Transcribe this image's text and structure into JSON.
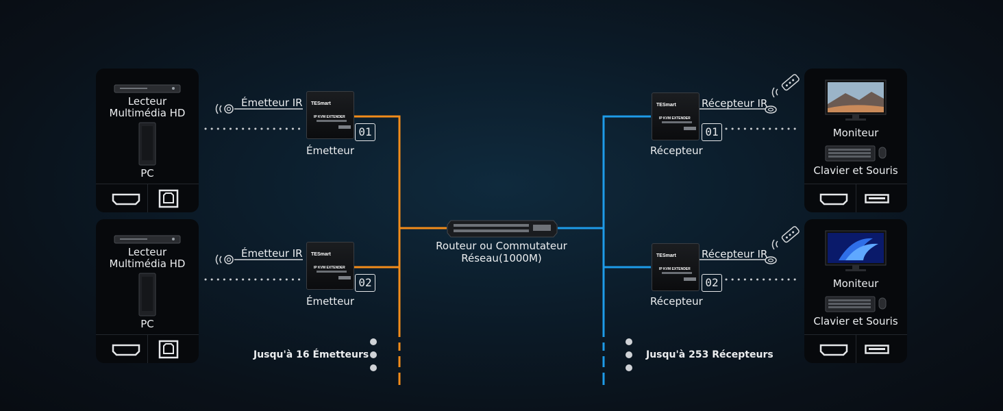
{
  "colors": {
    "transmitter_line": "#f28c1a",
    "receiver_line": "#1e9be8"
  },
  "sources": [
    {
      "media_player": "Lecteur\nMultimédia HD",
      "pc": "PC"
    },
    {
      "media_player": "Lecteur\nMultimédia HD",
      "pc": "PC"
    }
  ],
  "displays": [
    {
      "monitor": "Moniteur",
      "keyboard_mouse": "Clavier et Souris"
    },
    {
      "monitor": "Moniteur",
      "keyboard_mouse": "Clavier et Souris"
    }
  ],
  "transmitters": [
    {
      "ir_label": "Émetteur IR",
      "label": "Émetteur",
      "number": "01",
      "brand": "TESmart",
      "model": "IP KVM EXTENDER"
    },
    {
      "ir_label": "Émetteur IR",
      "label": "Émetteur",
      "number": "02",
      "brand": "TESmart",
      "model": "IP KVM EXTENDER"
    }
  ],
  "receivers": [
    {
      "ir_label": "Récepteur IR",
      "label": "Récepteur",
      "number": "01",
      "brand": "TESmart",
      "model": "IP KVM EXTENDER"
    },
    {
      "ir_label": "Récepteur IR",
      "label": "Récepteur",
      "number": "02",
      "brand": "TESmart",
      "model": "IP KVM EXTENDER"
    }
  ],
  "switch": {
    "label": "Routeur ou Commutateur\nRéseau(1000M)"
  },
  "capacity": {
    "transmitters": "Jusqu'à 16 Émetteurs",
    "receivers": "Jusqu'à 253 Récepteurs"
  },
  "icons": [
    "ir-emitter-icon",
    "remote-control-icon",
    "hdmi-port-icon",
    "usb-b-port-icon",
    "usb-a-port-icon",
    "network-switch-icon",
    "monitor-icon",
    "keyboard-icon",
    "mouse-icon",
    "media-player-icon",
    "pc-tower-icon"
  ]
}
